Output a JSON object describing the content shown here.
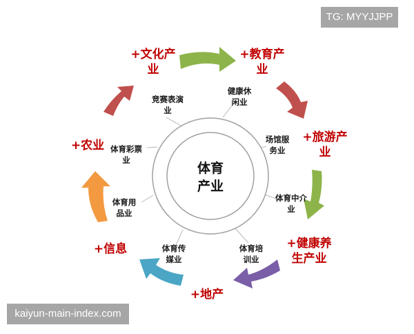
{
  "watermarks": {
    "top_right": "TG: MYYJJPP",
    "bottom_left": "kaiyun-main-index.com"
  },
  "center": {
    "line1": "体育",
    "line2": "产业"
  },
  "outer_labels": [
    {
      "id": "culture",
      "line1": "+文化产",
      "line2": "业"
    },
    {
      "id": "education",
      "line1": "+教育产",
      "line2": "业"
    },
    {
      "id": "tourism",
      "line1": "+旅游产",
      "line2": "业"
    },
    {
      "id": "health",
      "line1": "+健康养",
      "line2": "生产业"
    },
    {
      "id": "realestate",
      "line1": "+地产",
      "line2": ""
    },
    {
      "id": "information",
      "line1": "+信息",
      "line2": ""
    },
    {
      "id": "agriculture",
      "line1": "+农业",
      "line2": ""
    }
  ],
  "inner_labels": [
    {
      "id": "competition",
      "line1": "竞赛表演",
      "line2": "业"
    },
    {
      "id": "fitness",
      "line1": "健康休",
      "line2": "闲业"
    },
    {
      "id": "venue",
      "line1": "场馆服",
      "line2": "务业"
    },
    {
      "id": "agency",
      "line1": "体育中介",
      "line2": "业"
    },
    {
      "id": "training",
      "line1": "体育培",
      "line2": "训业"
    },
    {
      "id": "media",
      "line1": "体育传",
      "line2": "媒业"
    },
    {
      "id": "goods",
      "line1": "体育用",
      "line2": "品业"
    },
    {
      "id": "lottery",
      "line1": "体育彩票",
      "line2": "业"
    }
  ],
  "arrows": [
    {
      "from": "culture",
      "to": "education",
      "color": "#8db44a"
    },
    {
      "from": "education",
      "to": "tourism",
      "color": "#c0504d"
    },
    {
      "from": "tourism",
      "to": "health",
      "color": "#8db44a"
    },
    {
      "from": "health",
      "to": "realestate",
      "color": "#7a5ea8"
    },
    {
      "from": "realestate",
      "to": "information",
      "color": "#4aa6c4"
    },
    {
      "from": "information",
      "to": "agriculture",
      "color": "#f39a41"
    },
    {
      "from": "agriculture",
      "to": "culture",
      "color": "#c0504d"
    }
  ],
  "colors": {
    "outer_label": "#c00000",
    "inner_label": "#1a1a1a",
    "ring": "#a0a0a0",
    "pointer": "#b8b8b8"
  }
}
